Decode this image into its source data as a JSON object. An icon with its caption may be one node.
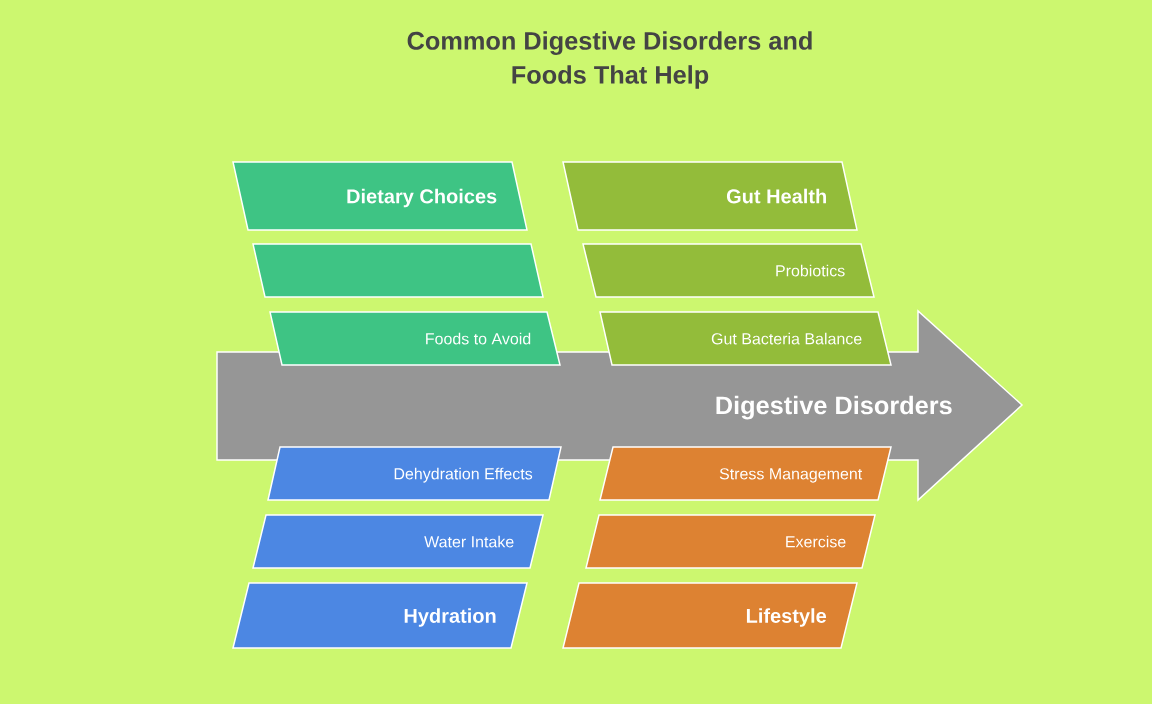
{
  "diagram": {
    "title": "Common Digestive Disorders and Foods That Help",
    "nodes": [
      {
        "text": [
          "Dietary Choices"
        ]
      },
      {
        "text": [
          "Gut Health"
        ]
      },
      {
        "text": [],
        "shape": "parallelogram"
      },
      {
        "text": [
          "Probiotics"
        ]
      },
      {
        "text": [
          "Foods to Avoid"
        ]
      },
      {
        "text": [
          "Gut Bacteria Balance"
        ]
      },
      {
        "text": [
          "Digestive Disorders"
        ]
      },
      {
        "text": [
          "Dehydration Effects"
        ]
      },
      {
        "text": [
          "Stress Management"
        ]
      },
      {
        "text": [
          "Water Intake"
        ]
      },
      {
        "text": [
          "Exercise"
        ]
      },
      {
        "text": [
          "Hydration"
        ]
      },
      {
        "text": [
          "Lifestyle"
        ]
      }
    ]
  }
}
